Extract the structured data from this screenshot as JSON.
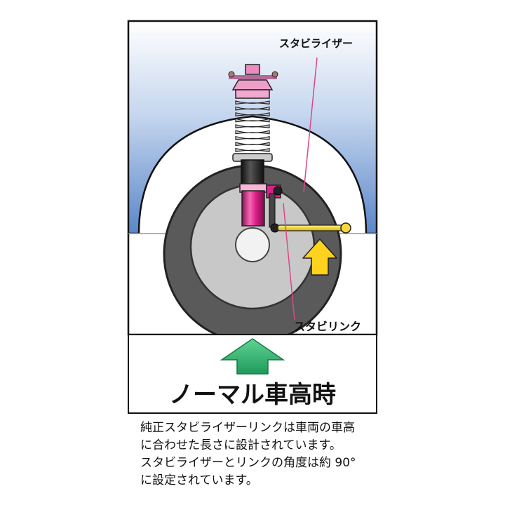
{
  "diagram": {
    "label_stabilizer": "スタビライザー",
    "label_stabilink": "スタビリンク",
    "panel_title": "ノーマル車高時"
  },
  "caption": {
    "line1": "純正スタビライザーリンクは車両の車高",
    "line2": "に合わせた長さに設計されています。",
    "line3": "スタビライザーとリンクの角度は約 90°",
    "line4": "に設定されています。"
  },
  "colors": {
    "body_gradient_top": "#ffffff",
    "body_gradient_bottom": "#5a86c8",
    "tire": "#5a5a5a",
    "wheel": "#c8c8c8",
    "hub": "#f2f2f2",
    "strut_pink": "#e0208a",
    "stabilizer_bar": "#f2d21a",
    "up_arrow_yellow": "#ffd21e",
    "ground_arrow_green": "#2db070",
    "leader_line": "#d64a8a"
  }
}
